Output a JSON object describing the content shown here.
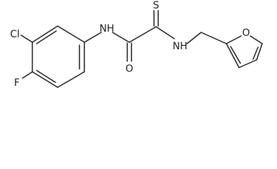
{
  "molecule": {
    "atoms": {
      "cl": "Cl",
      "f": "F",
      "nh_amide": "NH",
      "nh_thio": "NH",
      "o_carbonyl": "O",
      "s_thione": "S",
      "o_furan": "O"
    }
  }
}
